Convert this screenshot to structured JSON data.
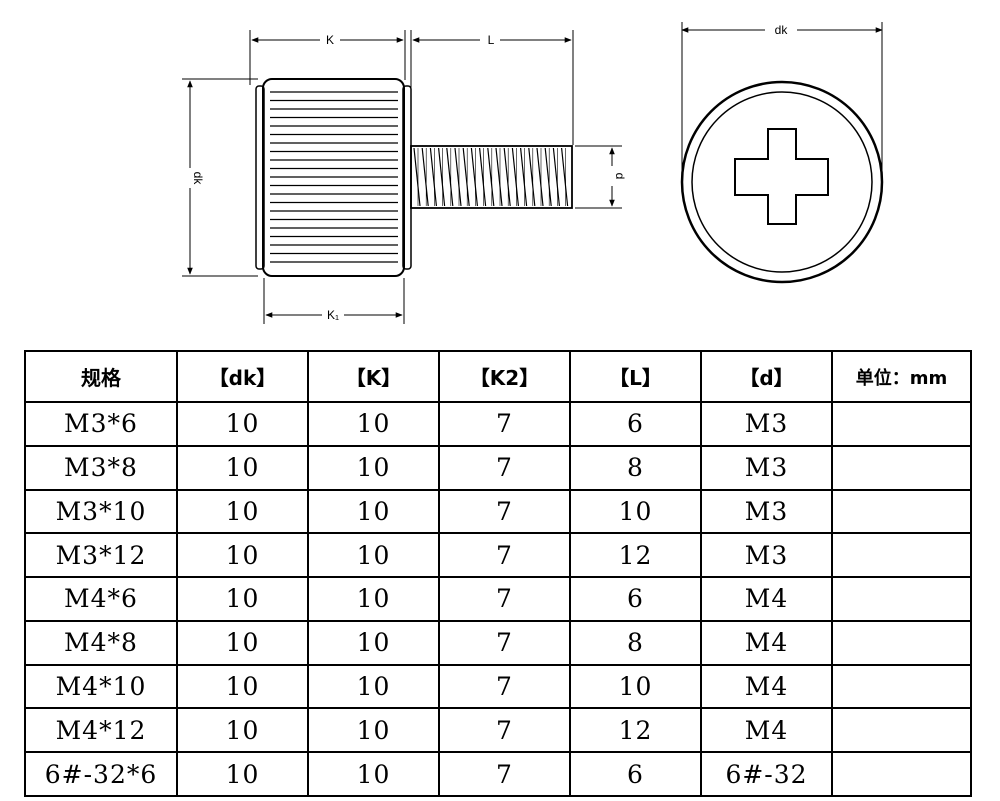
{
  "drawing": {
    "labels": {
      "K": "K",
      "L": "L",
      "dk_side": "dk",
      "d": "d",
      "K1": "K₁",
      "dk_top": "dk"
    }
  },
  "table": {
    "headers": [
      "规格",
      "【dk】",
      "【K】",
      "【K2】",
      "【L】",
      "【d】",
      "单位：mm"
    ],
    "rows": [
      [
        "M3*6",
        "10",
        "10",
        "7",
        "6",
        "M3",
        ""
      ],
      [
        "M3*8",
        "10",
        "10",
        "7",
        "8",
        "M3",
        ""
      ],
      [
        "M3*10",
        "10",
        "10",
        "7",
        "10",
        "M3",
        ""
      ],
      [
        "M3*12",
        "10",
        "10",
        "7",
        "12",
        "M3",
        ""
      ],
      [
        "M4*6",
        "10",
        "10",
        "7",
        "6",
        "M4",
        ""
      ],
      [
        "M4*8",
        "10",
        "10",
        "7",
        "8",
        "M4",
        ""
      ],
      [
        "M4*10",
        "10",
        "10",
        "7",
        "10",
        "M4",
        ""
      ],
      [
        "M4*12",
        "10",
        "10",
        "7",
        "12",
        "M4",
        ""
      ],
      [
        "6#-32*6",
        "10",
        "10",
        "7",
        "6",
        "6#-32",
        ""
      ]
    ]
  }
}
